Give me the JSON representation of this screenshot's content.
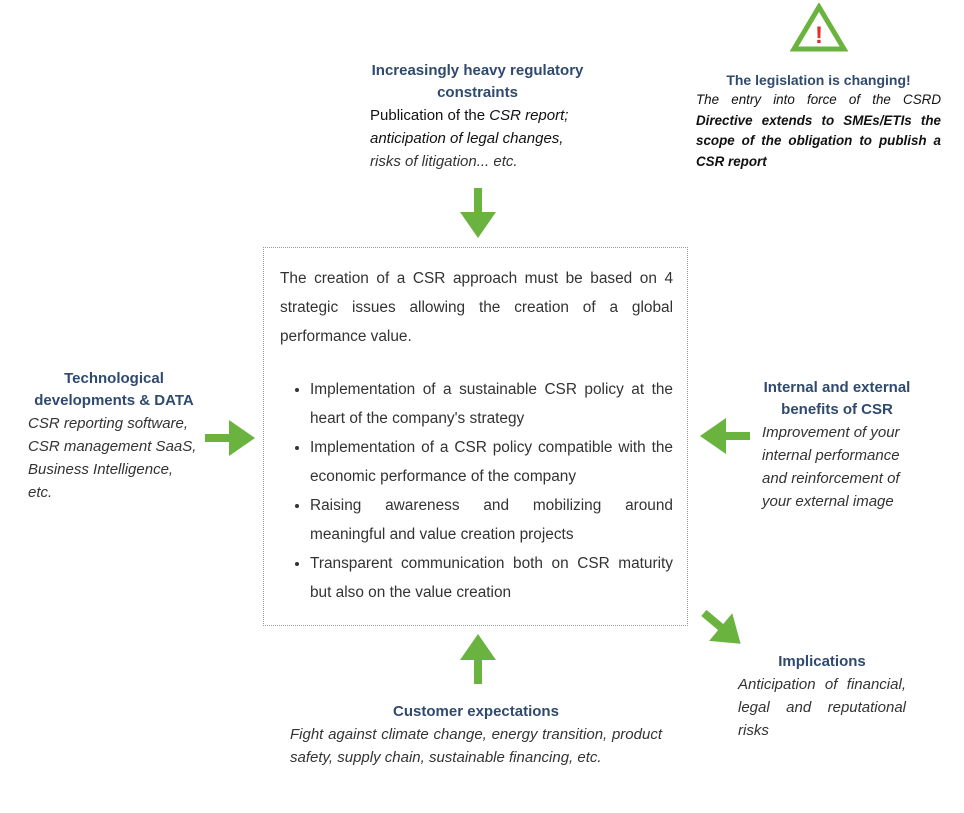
{
  "top": {
    "title": "Increasingly heavy regulatory constraints",
    "line1": "Publication of the ",
    "line1_em": "CSR report;",
    "line2": "anticipation of legal changes,",
    "line3": "risks of litigation... etc."
  },
  "legislation": {
    "icon": "warning-triangle-icon",
    "icon_mark": "!",
    "title": "The legislation is changing!",
    "part1": "The entry into force of the CSRD ",
    "part2": "Directive extends to SMEs/ETIs the scope of the obligation to publish a CSR report"
  },
  "left": {
    "title": "Technological developments & DATA",
    "text": "CSR reporting software, CSR management SaaS, Business Intelligence, etc."
  },
  "right": {
    "title": "Internal and external benefits of CSR",
    "text": "Improvement of your internal performance and reinforcement of your external image"
  },
  "bottom": {
    "title": "Customer expectations",
    "text": "Fight against climate change, energy transition, product safety, supply chain, sustainable financing, etc."
  },
  "implications": {
    "title": "Implications",
    "text": "Anticipation of financial, legal and reputational risks"
  },
  "center": {
    "intro": "The creation of a CSR approach must be based on 4 strategic issues allowing the creation of a global performance value.",
    "items": [
      "Implementation of a sustainable CSR policy at the heart of the company's strategy",
      "Implementation of a CSR policy compatible with the economic performance of the company",
      "Raising awareness and mobilizing around meaningful and value creation projects",
      "Transparent communication both on CSR maturity but also on the value creation"
    ]
  },
  "colors": {
    "arrow": "#6ab33e",
    "title": "#2f4a6e",
    "warning_red": "#e0302a"
  }
}
